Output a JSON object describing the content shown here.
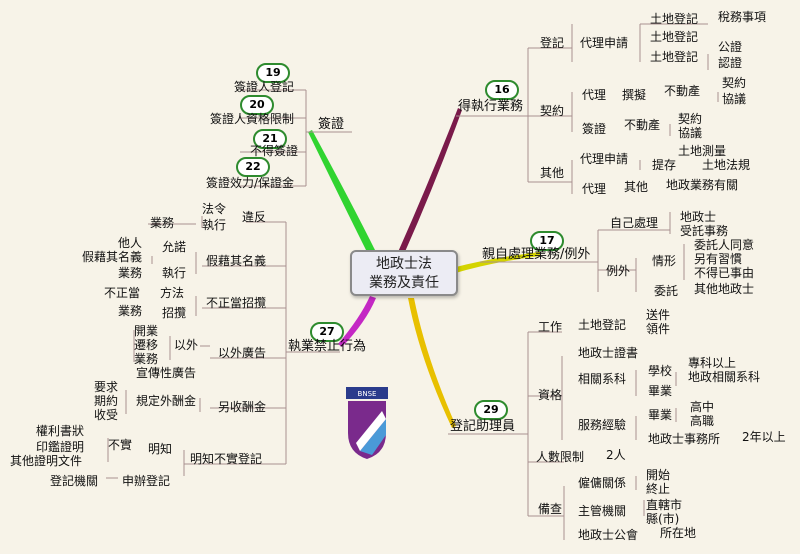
{
  "center": {
    "line1": "地政士法",
    "line2": "業務及責任"
  },
  "badges": {
    "b16": "16",
    "b17": "17",
    "b19": "19",
    "b20": "20",
    "b21": "21",
    "b22": "22",
    "b27": "27",
    "b29": "29"
  },
  "branch16": {
    "title": "得執行業務",
    "reg": "登記",
    "reg_agent": "代理申請",
    "land1": "土地登記",
    "tax": "稅務事項",
    "land2": "土地登記",
    "land3": "公證",
    "land4": "土地登記",
    "cert": "認證",
    "contract": "契約",
    "agent": "代理",
    "draft": "撰擬",
    "estate1": "不動產",
    "c1": "契約",
    "c2": "協議",
    "sign": "簽證",
    "estate2": "不動產",
    "c3": "契約",
    "c4": "協議",
    "other": "其他",
    "other_agent": "代理申請",
    "survey": "土地測量",
    "deposit": "提存",
    "land_reg": "土地法規",
    "other_agent2": "代理",
    "other2": "其他",
    "land_affairs": "地政業務有關"
  },
  "branch17": {
    "title": "親自處理業務/例外",
    "self": "自己處理",
    "self1": "地政士",
    "self2": "受託事務",
    "except": "例外",
    "situation": "情形",
    "s1": "委託人同意",
    "s2": "另有習慣",
    "s3": "不得已事由",
    "delegate": "委託",
    "d1": "其他地政士"
  },
  "branch29": {
    "title": "登記助理員",
    "work": "工作",
    "w_land": "土地登記",
    "w1": "送件",
    "w2": "領件",
    "qual": "資格",
    "certificate": "地政士證書",
    "related": "相關系科",
    "school": "學校",
    "sch1": "專科以上",
    "sch2": "地政相關系科",
    "grad1": "畢業",
    "service": "服務經驗",
    "grad2": "畢業",
    "hs1": "高中",
    "hs2": "高職",
    "office": "地政士事務所",
    "years": "2年以上",
    "limit": "人數限制",
    "limit_val": "2人",
    "record": "備查",
    "hire": "僱傭關係",
    "h1": "開始",
    "h2": "終止",
    "authority": "主管機關",
    "au1": "直轄市",
    "au2": "縣(市)",
    "guild": "地政士公會",
    "location": "所在地"
  },
  "sign": {
    "title": "簽證",
    "n19": "簽證人登記",
    "n20": "簽證人資格限制",
    "n21": "不得簽證",
    "n22": "簽證效力/保證金"
  },
  "branch27": {
    "title": "執業禁止行為",
    "violate": "違反",
    "law": "法令",
    "exec1": "執行",
    "biz1": "業務",
    "fake": "假藉其名義",
    "allow": "允諾",
    "fake1": "他人",
    "fake2": "假藉其名義",
    "exec2": "執行",
    "biz2": "業務",
    "improper": "不正當招攬",
    "method": "方法",
    "improper_label": "不正當",
    "solicit": "招攬",
    "biz3": "業務",
    "ad": "以外廣告",
    "outside": "以外",
    "open": "開業",
    "move": "遷移",
    "biz4": "業務",
    "promo": "宣傳性廣告",
    "fee": "另收酬金",
    "rule": "規定外酬金",
    "demand": "要求",
    "promise": "期約",
    "accept": "收受",
    "false": "明知不實登記",
    "know": "明知",
    "untrue": "不實",
    "doc1": "權利書狀",
    "doc2": "印鑑證明",
    "doc3": "其他證明文件",
    "reg_office": "登記機關",
    "apply": "申辦登記"
  },
  "colors": {
    "b16": "#7a1a4a",
    "b17": "#d4d400",
    "b29": "#e0b000",
    "b27": "#c428c4",
    "sign": "#28d428",
    "badge": "#2e8b2e"
  },
  "logo": {
    "text": "BNSE"
  }
}
